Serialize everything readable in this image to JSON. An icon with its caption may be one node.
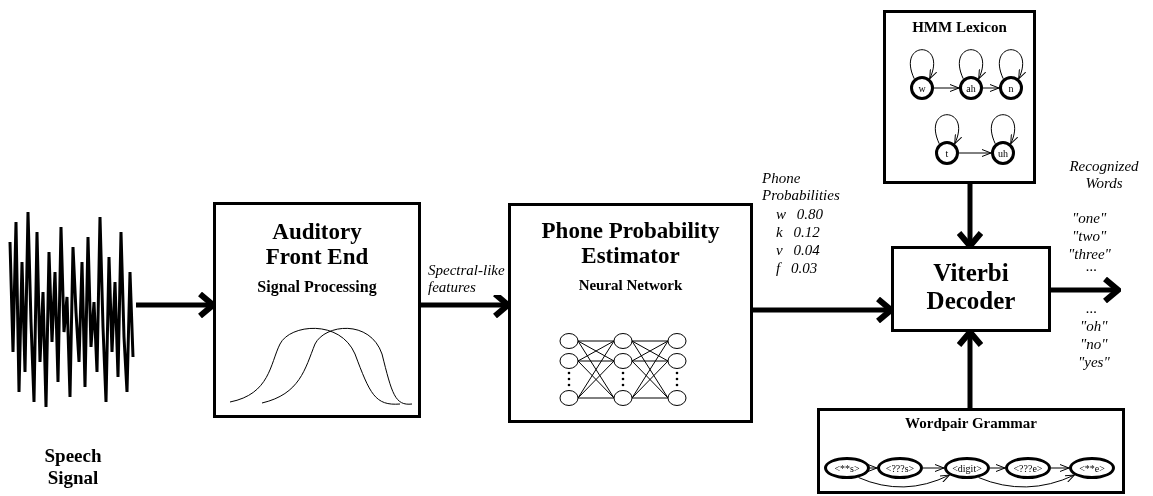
{
  "diagram": {
    "nodes": [
      {
        "text": [],
        "shape": "picture",
        "beside": [
          "Speech Signal"
        ]
      },
      {
        "text": [
          "Auditory Front End",
          "Signal Processing"
        ]
      },
      {
        "text": [
          "Phone Probability Estimator",
          "Neural Network"
        ]
      },
      {
        "text": [
          "Viterbi Decoder"
        ]
      },
      {
        "text": [
          "HMM Lexicon"
        ]
      },
      {
        "text": [
          "w"
        ],
        "in": 4
      },
      {
        "text": [
          "ah"
        ],
        "in": 4
      },
      {
        "text": [
          "n"
        ],
        "in": 4
      },
      {
        "text": [
          "t"
        ],
        "in": 4
      },
      {
        "text": [
          "uh"
        ],
        "in": 4
      },
      {
        "text": [
          "Wordpair Grammar"
        ]
      },
      {
        "text": [
          "<**s>"
        ],
        "in": 10
      },
      {
        "text": [
          "<???s>"
        ],
        "in": 10
      },
      {
        "text": [
          "<digit>"
        ],
        "in": 10
      },
      {
        "text": [
          "<???e>"
        ],
        "in": 10
      },
      {
        "text": [
          "<**e>"
        ],
        "in": 10
      }
    ],
    "edges": [
      {
        "from": 0,
        "to": 1,
        "arrow": "to",
        "style": "thick"
      },
      {
        "from": 1,
        "to": 2,
        "arrow": "to",
        "style": "thick",
        "label": "Spectral-like features"
      },
      {
        "from": 2,
        "to": 3,
        "arrow": "to",
        "style": "thick"
      },
      {
        "from": 4,
        "to": 3,
        "arrow": "to",
        "style": "thick"
      },
      {
        "from": 10,
        "to": 3,
        "arrow": "to",
        "style": "thick"
      },
      {
        "from": 3,
        "to": null,
        "arrow": "to",
        "style": "thick"
      },
      {
        "from": 5,
        "to": 6,
        "arrow": "to"
      },
      {
        "from": 6,
        "to": 7,
        "arrow": "to"
      },
      {
        "from": 8,
        "to": 9,
        "arrow": "to"
      },
      {
        "from": 5,
        "to": 5,
        "arrow": "to"
      },
      {
        "from": 6,
        "to": 6,
        "arrow": "to"
      },
      {
        "from": 7,
        "to": 7,
        "arrow": "to"
      },
      {
        "from": 8,
        "to": 8,
        "arrow": "to"
      },
      {
        "from": 9,
        "to": 9,
        "arrow": "to"
      },
      {
        "from": 11,
        "to": 12,
        "arrow": "to"
      },
      {
        "from": 12,
        "to": 13,
        "arrow": "to"
      },
      {
        "from": 13,
        "to": 14,
        "arrow": "to"
      },
      {
        "from": 14,
        "to": 15,
        "arrow": "to"
      },
      {
        "from": 11,
        "to": 13,
        "arrow": "to"
      },
      {
        "from": 13,
        "to": 15,
        "arrow": "to"
      }
    ],
    "labels": [
      "Phone Probabilities",
      "w 0.80",
      "k 0.12",
      "v 0.04",
      "f 0.03",
      "Recognized Words",
      "\"one\"",
      "\"two\"",
      "\"three\"",
      "...",
      "...",
      "\"oh\"",
      "\"no\"",
      "\"yes\""
    ]
  }
}
